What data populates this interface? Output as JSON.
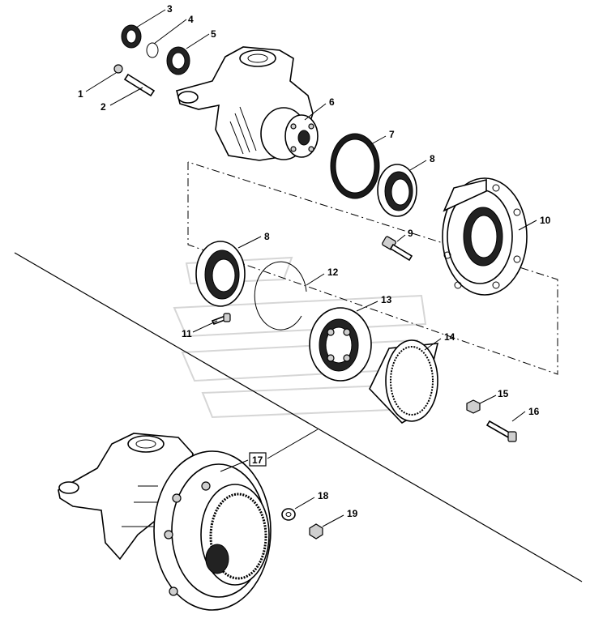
{
  "diagram": {
    "callouts": [
      "1",
      "2",
      "3",
      "4",
      "5",
      "6",
      "7",
      "8",
      "8",
      "9",
      "10",
      "11",
      "12",
      "13",
      "14",
      "15",
      "16",
      "17",
      "18",
      "19"
    ],
    "boxed_callout": "17"
  }
}
